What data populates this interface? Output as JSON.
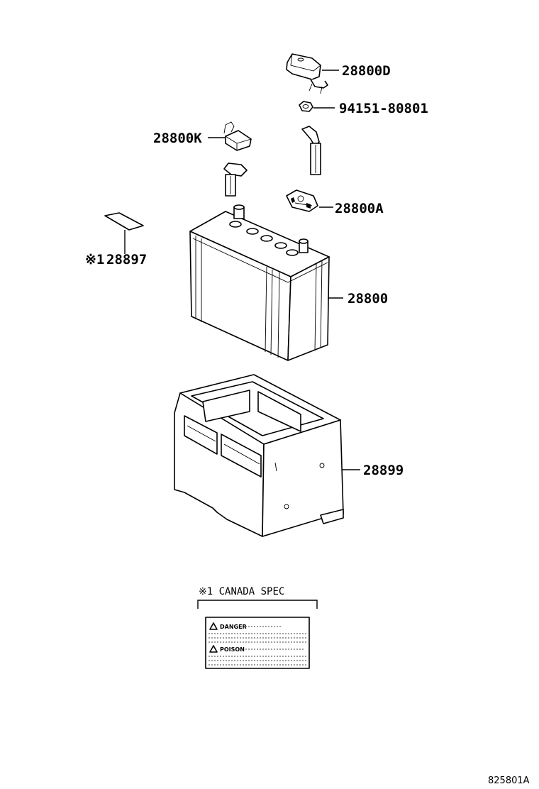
{
  "callouts": {
    "p28800D": "28800D",
    "p94151": "94151-80801",
    "p28800K": "28800K",
    "p28800A": "28800A",
    "p28897_mark": "※1",
    "p28897": "28897",
    "p28800": "28800",
    "p28899": "28899"
  },
  "note": {
    "title": "※1 CANADA SPEC",
    "label_danger": "DANGER",
    "label_poison": "POISON"
  },
  "footer": {
    "code": "825801A"
  }
}
